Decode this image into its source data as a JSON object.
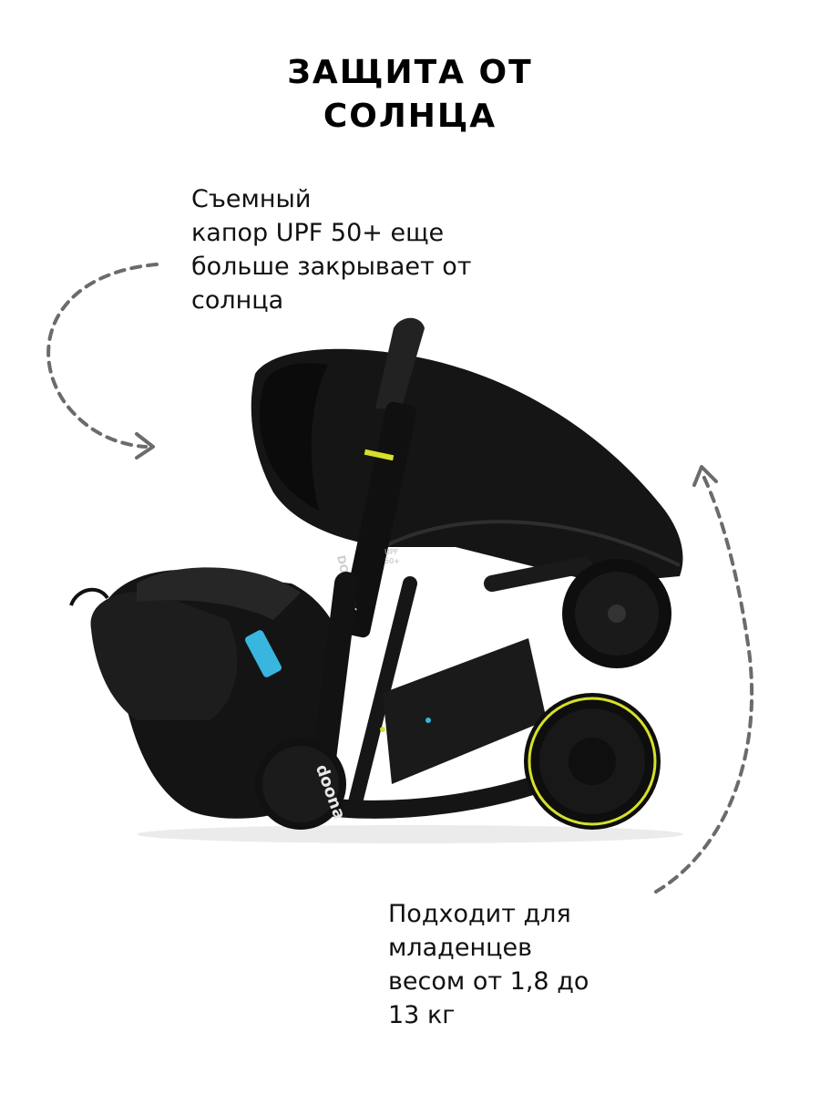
{
  "header": {
    "title_line1": "ЗАЩИТА ОТ",
    "title_line2": "СОЛНЦА"
  },
  "captions": {
    "top": [
      "Съемный",
      "капор UPF 50+ еще",
      "больше закрывает от",
      "солнца"
    ],
    "bottom": [
      "Подходит для",
      "младенцев",
      "весом от 1,8 до",
      "13 кг"
    ]
  },
  "product": {
    "frame_text": "DOONA X",
    "upf_badge_line1": "UPF",
    "upf_badge_line2": "50+",
    "logo": "doona"
  },
  "colors": {
    "accent_yellow": "#d6e02a",
    "accent_blue": "#38b6e0",
    "shell": "#121212",
    "arrow": "#6b6b6b"
  }
}
